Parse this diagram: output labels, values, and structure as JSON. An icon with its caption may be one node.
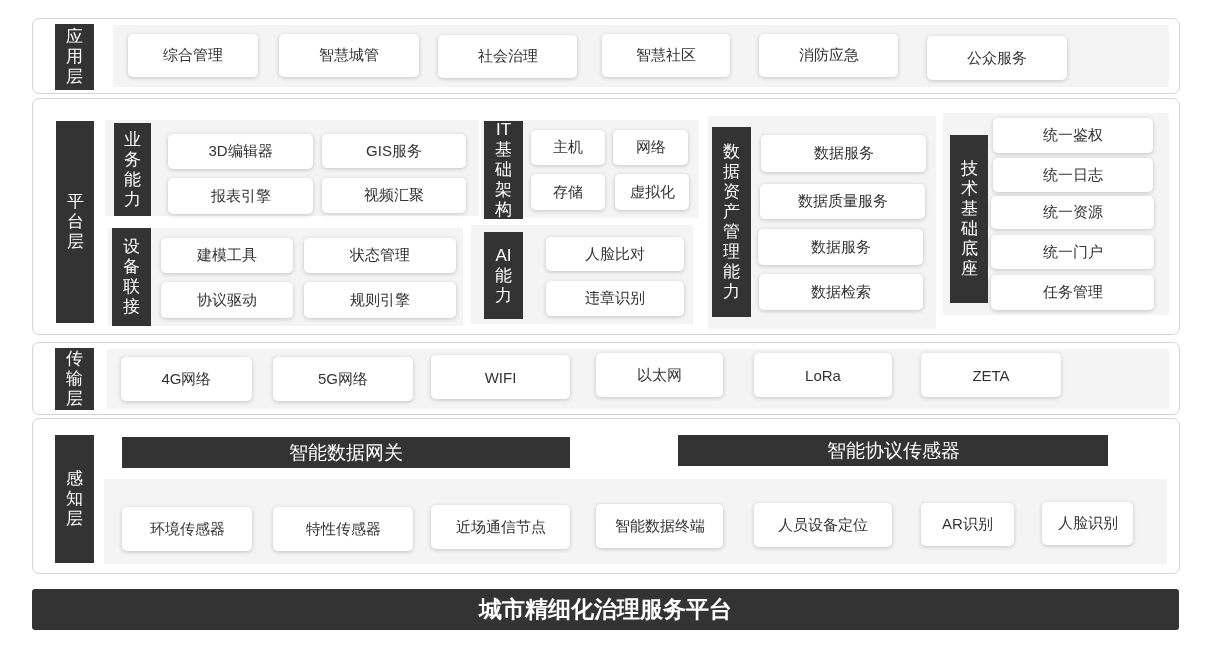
{
  "diagram": {
    "nodes": [
      {
        "text": [
          "应用层"
        ]
      },
      {
        "text": [
          "综合管理"
        ],
        "in": 0
      },
      {
        "text": [
          "智慧城管"
        ],
        "in": 0
      },
      {
        "text": [
          "社会治理"
        ],
        "in": 0
      },
      {
        "text": [
          "智慧社区"
        ],
        "in": 0
      },
      {
        "text": [
          "消防应急"
        ],
        "in": 0
      },
      {
        "text": [
          "公众服务"
        ],
        "in": 0
      },
      {
        "text": [
          "平台层"
        ]
      },
      {
        "text": [
          "业务能力"
        ],
        "in": 7
      },
      {
        "text": [
          "3D编辑器"
        ],
        "in": 8
      },
      {
        "text": [
          "GIS服务"
        ],
        "in": 8
      },
      {
        "text": [
          "报表引擎"
        ],
        "in": 8
      },
      {
        "text": [
          "视频汇聚"
        ],
        "in": 8
      },
      {
        "text": [
          "IT基础架构"
        ],
        "in": 7
      },
      {
        "text": [
          "主机"
        ],
        "in": 13
      },
      {
        "text": [
          "网络"
        ],
        "in": 13
      },
      {
        "text": [
          "存储"
        ],
        "in": 13
      },
      {
        "text": [
          "虚拟化"
        ],
        "in": 13
      },
      {
        "text": [
          "数据资产管理能力"
        ],
        "in": 7
      },
      {
        "text": [
          "数据服务"
        ],
        "in": 18
      },
      {
        "text": [
          "数据质量服务"
        ],
        "in": 18
      },
      {
        "text": [
          "数据服务"
        ],
        "in": 18
      },
      {
        "text": [
          "数据检索"
        ],
        "in": 18
      },
      {
        "text": [
          "技术基础底座"
        ],
        "in": 7
      },
      {
        "text": [
          "统一鉴权"
        ],
        "in": 23
      },
      {
        "text": [
          "统一日志"
        ],
        "in": 23
      },
      {
        "text": [
          "统一资源"
        ],
        "in": 23
      },
      {
        "text": [
          "统一门户"
        ],
        "in": 23
      },
      {
        "text": [
          "任务管理"
        ],
        "in": 23
      },
      {
        "text": [
          "设备联接"
        ],
        "in": 7
      },
      {
        "text": [
          "建模工具"
        ],
        "in": 29
      },
      {
        "text": [
          "状态管理"
        ],
        "in": 29
      },
      {
        "text": [
          "协议驱动"
        ],
        "in": 29
      },
      {
        "text": [
          "规则引擎"
        ],
        "in": 29
      },
      {
        "text": [
          "AI能力"
        ],
        "in": 7
      },
      {
        "text": [
          "人脸比对"
        ],
        "in": 34
      },
      {
        "text": [
          "违章识别"
        ],
        "in": 34
      },
      {
        "text": [
          "传输层"
        ]
      },
      {
        "text": [
          "4G网络"
        ],
        "in": 37
      },
      {
        "text": [
          "5G网络"
        ],
        "in": 37
      },
      {
        "text": [
          "WIFI"
        ],
        "in": 37
      },
      {
        "text": [
          "以太网"
        ],
        "in": 37
      },
      {
        "text": [
          "LoRa"
        ],
        "in": 37
      },
      {
        "text": [
          "ZETA"
        ],
        "in": 37
      },
      {
        "text": [
          "感知层"
        ]
      },
      {
        "text": [
          "智能数据网关"
        ],
        "in": 44
      },
      {
        "text": [
          "智能协议传感器"
        ],
        "in": 44
      },
      {
        "text": [
          "环境传感器"
        ],
        "in": 44
      },
      {
        "text": [
          "特性传感器"
        ],
        "in": 44
      },
      {
        "text": [
          "近场通信节点"
        ],
        "in": 44
      },
      {
        "text": [
          "智能数据终端"
        ],
        "in": 44
      },
      {
        "text": [
          "人员设备定位"
        ],
        "in": 44
      },
      {
        "text": [
          "AR识别"
        ],
        "in": 44
      },
      {
        "text": [
          "人脸识别"
        ],
        "in": 44
      },
      {
        "text": [
          "城市精细化治理服务平台"
        ]
      }
    ]
  }
}
